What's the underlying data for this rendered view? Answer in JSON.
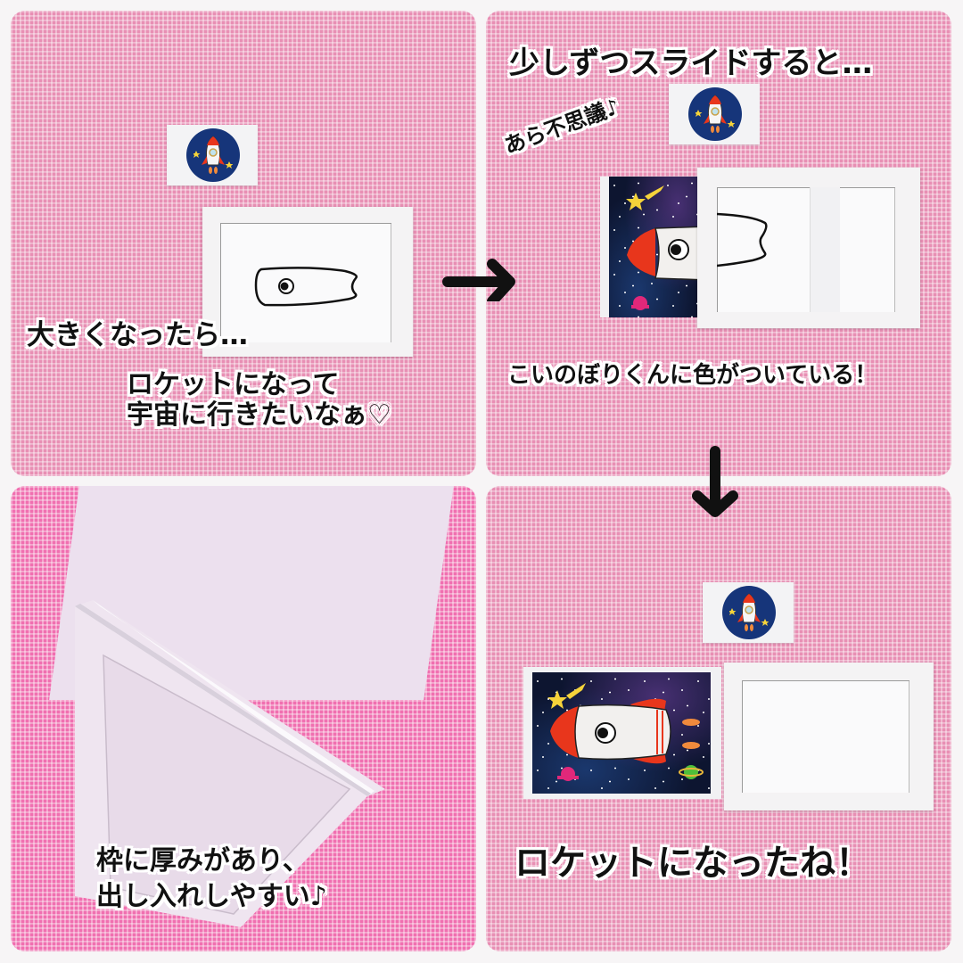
{
  "panels": {
    "top_left": {
      "caption_1": "大きくなったら…",
      "caption_2_line1": "ロケットになって",
      "caption_2_line2": "宇宙に行きたいなぁ♡",
      "scene": "koinobori-outline-in-white-frame",
      "card": "rocket-card"
    },
    "top_right": {
      "caption_top": "少しずつスライドすると…",
      "caption_side": "あら不思議♪",
      "caption_bottom": "こいのぼりくんに色がついている！",
      "scene": "space-rocket-card-partially-slid-out-of-frame",
      "card": "rocket-card"
    },
    "bottom_left": {
      "caption_line1": "枠に厚みがあり、",
      "caption_line2": "出し入れしやすい♪",
      "scene": "frame-side-view-showing-thickness"
    },
    "bottom_right": {
      "caption": "ロケットになったね！",
      "scene": "space-rocket-card-beside-empty-frame",
      "card": "rocket-card"
    }
  },
  "arrows": {
    "right": "arrow-right-icon",
    "down": "arrow-down-icon"
  },
  "colors": {
    "gingham_pink": "#e88fb4",
    "gingham_hot_pink": "#f06fb0",
    "space_navy": "#0d1530",
    "rocket_red": "#e8361c",
    "card_circle_blue": "#16357a",
    "frame_white": "#f4f3f4",
    "caption_text": "#111111"
  }
}
